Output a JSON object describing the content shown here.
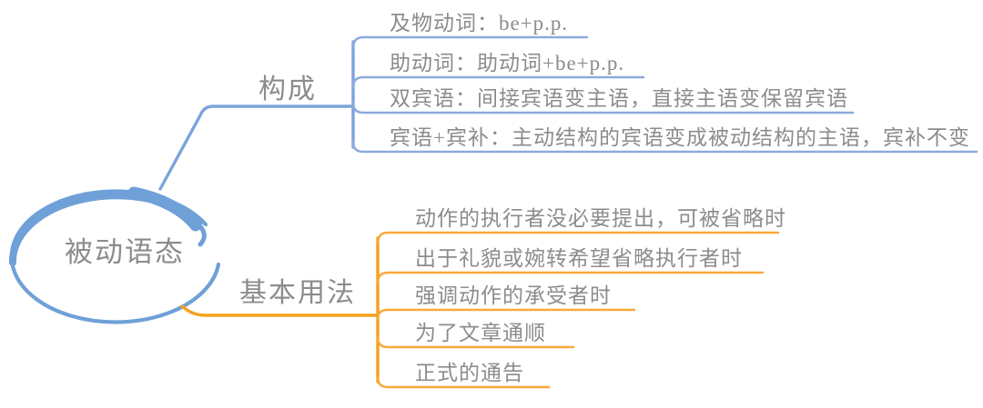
{
  "diagram_type": "mindmap",
  "theme": {
    "blue": "#6FA0D8",
    "blue-line": "#7CA4DB",
    "blue-underline": "#8BABDD",
    "orange-line": "#F6A01E",
    "orange-underline": "#F8A93B",
    "text-gray": "#8C8C8C",
    "bg": "#FFFFFF"
  },
  "root": {
    "label": "被动语态",
    "shape": "hand-drawn-ellipse",
    "color": "#6FA0D8"
  },
  "branches": [
    {
      "label": "构成",
      "color": "#7CA4DB",
      "children": [
        {
          "label": "及物动词：be+p.p."
        },
        {
          "label": "助动词：助动词+be+p.p."
        },
        {
          "label": "双宾语：间接宾语变主语，直接主语变保留宾语"
        },
        {
          "label": "宾语+宾补：主动结构的宾语变成被动结构的主语，宾补不变"
        }
      ]
    },
    {
      "label": "基本用法",
      "color": "#F6A01E",
      "children": [
        {
          "label": "动作的执行者没必要提出，可被省略时"
        },
        {
          "label": "出于礼貌或婉转希望省略执行者时"
        },
        {
          "label": "强调动作的承受者时"
        },
        {
          "label": "为了文章通顺"
        },
        {
          "label": "正式的通告"
        }
      ]
    }
  ]
}
